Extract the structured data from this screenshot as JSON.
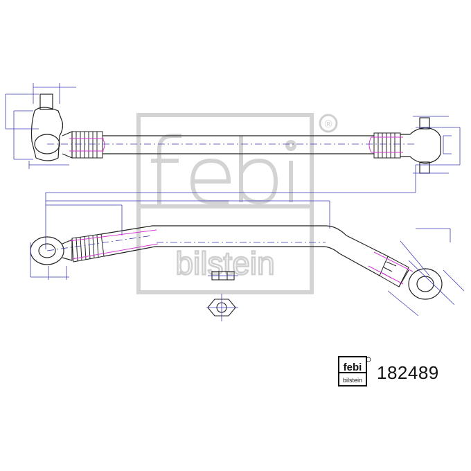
{
  "watermark": {
    "brand": "febi",
    "sub_brand": "bilstein",
    "registered_mark": "®"
  },
  "part_label": {
    "logo_brand": "febi",
    "logo_sub_brand": "bilstein",
    "part_number": "182489"
  },
  "colors": {
    "dimension_lines": "#3b3bb5",
    "part_outline": "#222222",
    "thread_highlight": "#d13ad1",
    "watermark": "#d9d9d9",
    "watermark_stroke": "#c8c8c8"
  }
}
